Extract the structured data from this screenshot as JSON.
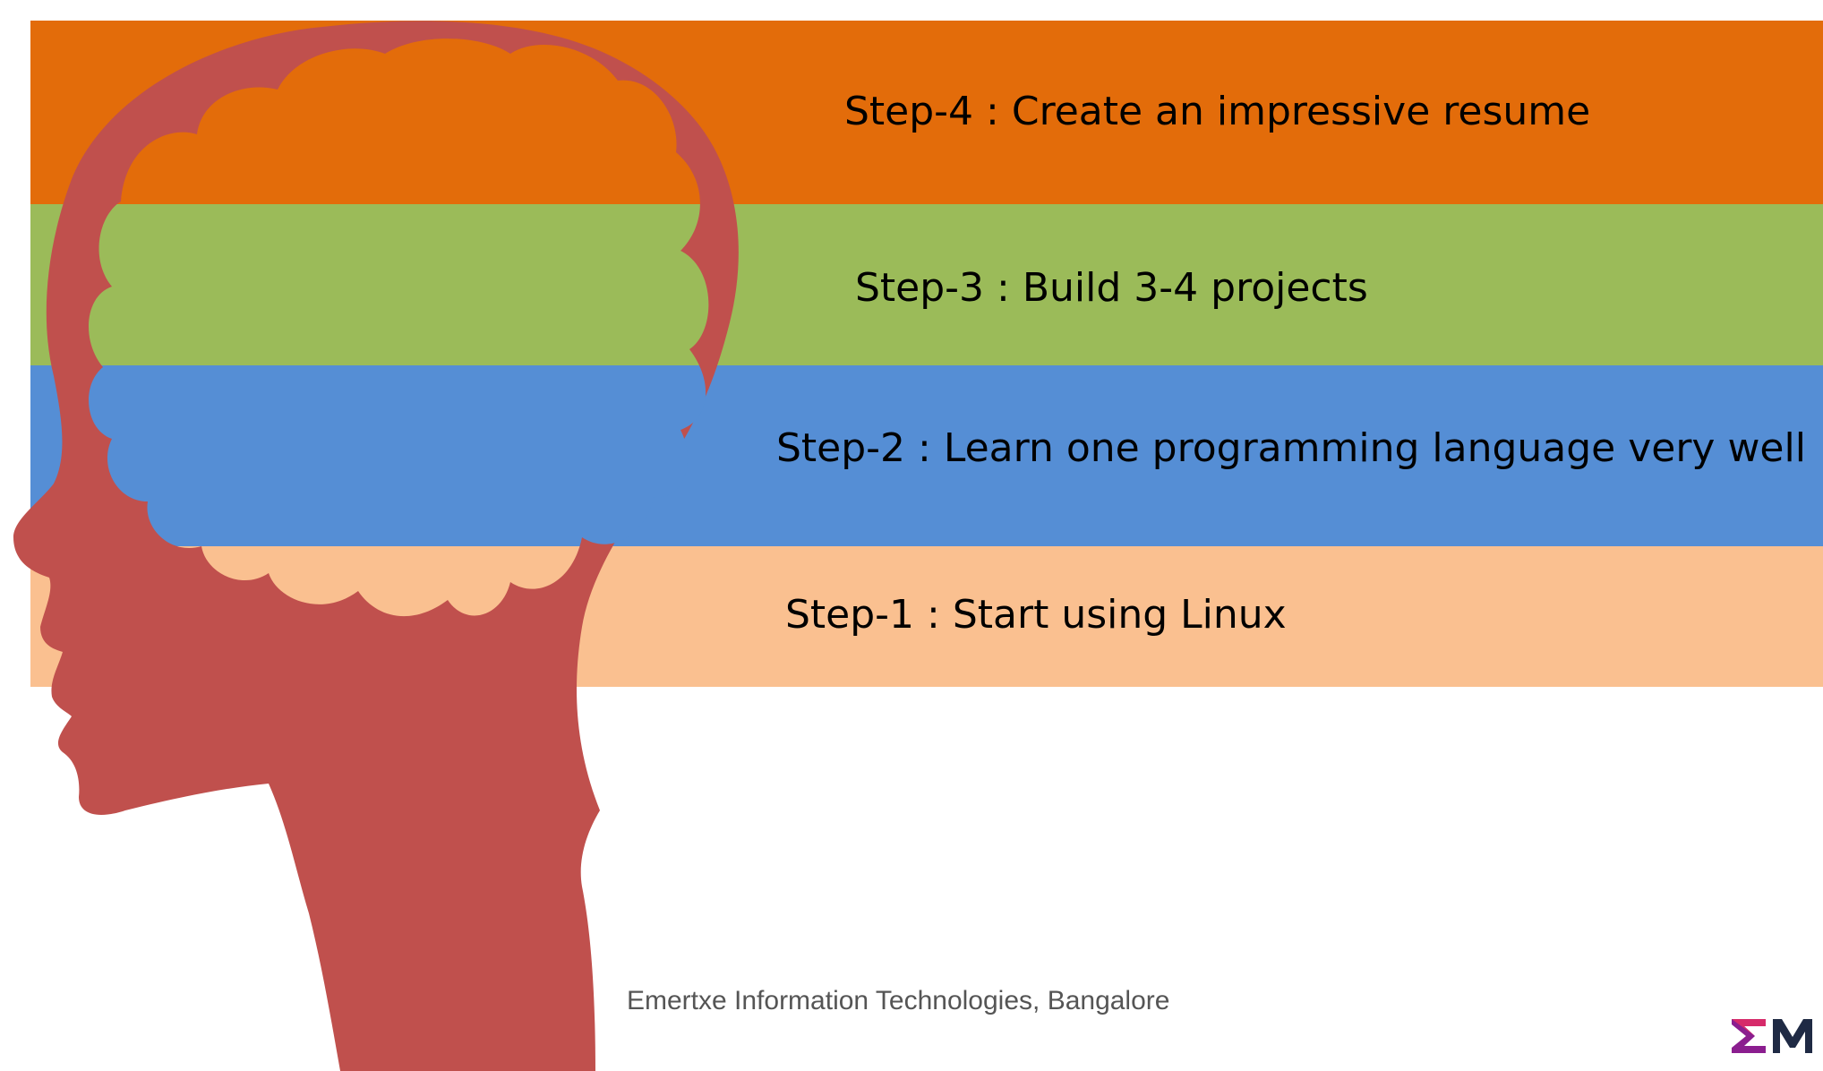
{
  "steps": [
    {
      "label": "Step-4 : Create an impressive resume"
    },
    {
      "label": "Step-3 : Build 3-4 projects"
    },
    {
      "label": "Step-2 : Learn one programming language very well"
    },
    {
      "label": "Step-1 : Start using Linux"
    }
  ],
  "colors": {
    "step4": "#E36C0A",
    "step3": "#9BBB59",
    "step2": "#558ED5",
    "step1": "#FAC090",
    "head": "#C0504D"
  },
  "footer": {
    "text": "Emertxe Information Technologies, Bangalore"
  },
  "logo": {
    "text": "EM",
    "icon": "emertxe-logo"
  }
}
